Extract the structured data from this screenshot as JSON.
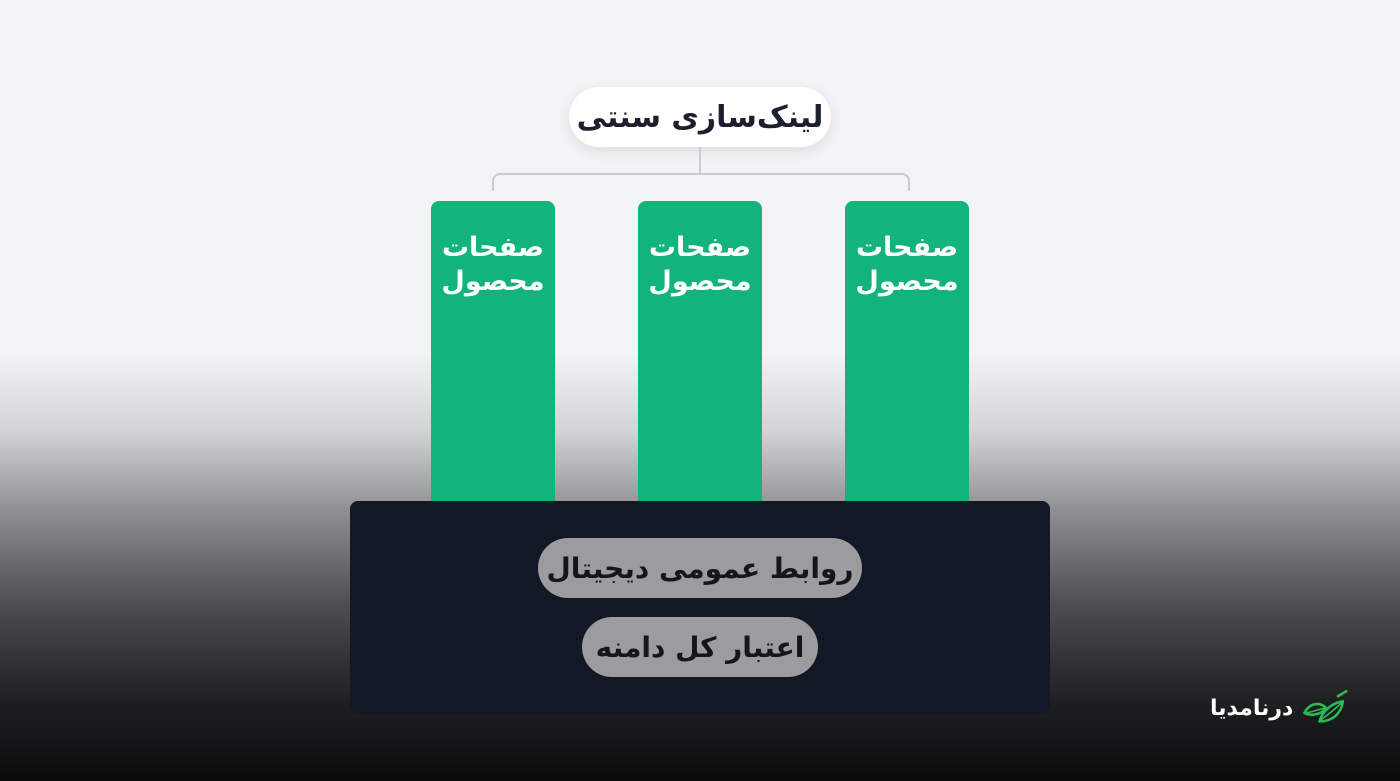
{
  "diagram": {
    "title": "لینک‌سازی سنتی",
    "columns": [
      {
        "label": "صفحات\nمحصول"
      },
      {
        "label": "صفحات\nمحصول"
      },
      {
        "label": "صفحات\nمحصول"
      }
    ],
    "base": {
      "top_label": "روابط عمومی دیجیتال",
      "bottom_label": "اعتبار کل دامنه"
    }
  },
  "brand": {
    "name": "درنامدیا",
    "icon": "leaf-logo-icon",
    "accent_color": "#2fb956"
  },
  "colors": {
    "column_green": "#12b47a",
    "base_dark": "#131826",
    "pill_gray": "#9c9c9e"
  }
}
